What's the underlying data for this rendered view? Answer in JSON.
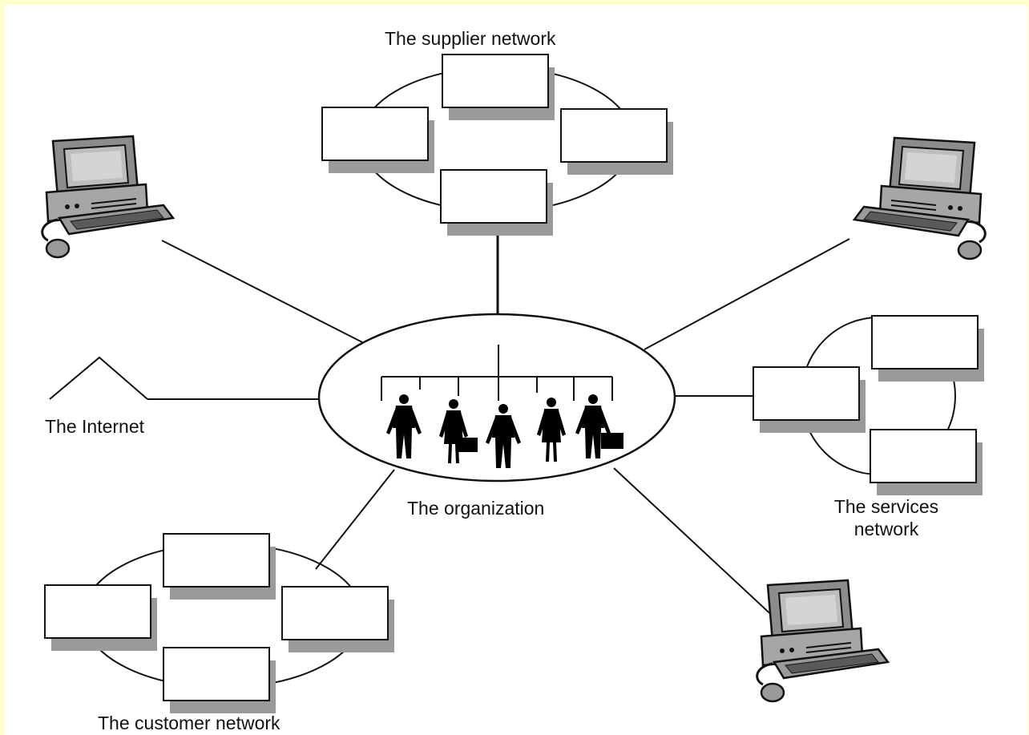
{
  "labels": {
    "supplier_network": "The supplier network",
    "internet": "The Internet",
    "organization": "The organization",
    "services_network_line1": "The services",
    "services_network_line2": "network",
    "customer_network": "The customer network"
  },
  "icons": [
    "computer-icon",
    "people-silhouette-icon",
    "internet-zigzag-icon"
  ],
  "colors": {
    "page_border": "#ffffcc",
    "background": "#ffffff",
    "stroke": "#111111",
    "box_shadow": "#9a9a9a",
    "computer_body": "#a6a6a6",
    "computer_screen": "#c8c8c8"
  }
}
